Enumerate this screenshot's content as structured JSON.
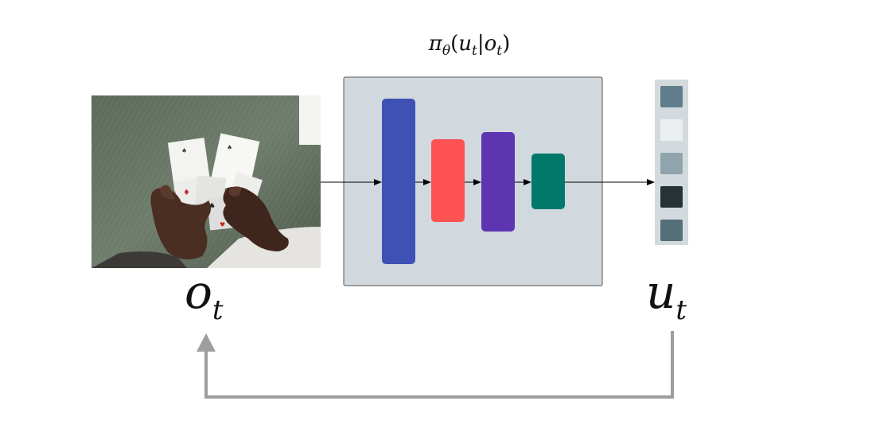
{
  "policy": {
    "pi": "π",
    "theta": "θ",
    "open": "(",
    "u": "u",
    "t1": "t",
    "bar": "|",
    "o": "o",
    "t2": "t",
    "close": ")"
  },
  "labels": {
    "observation": {
      "main": "o",
      "sub": "t"
    },
    "action": {
      "main": "u",
      "sub": "t"
    }
  },
  "colors": {
    "background": "#ffffff",
    "network_panel": "#d1d8de",
    "layer1": "#3f51b5",
    "layer2": "#ff5252",
    "layer3": "#5e35b1",
    "layer4": "#00796b",
    "action_cells": [
      "#607d8b",
      "#eceff1",
      "#90a4ae",
      "#263238",
      "#546e7a"
    ],
    "feedback_arrow": "#9e9e9e"
  },
  "icons": {
    "observation_image": "hands-holding-playing-cards-photo"
  }
}
